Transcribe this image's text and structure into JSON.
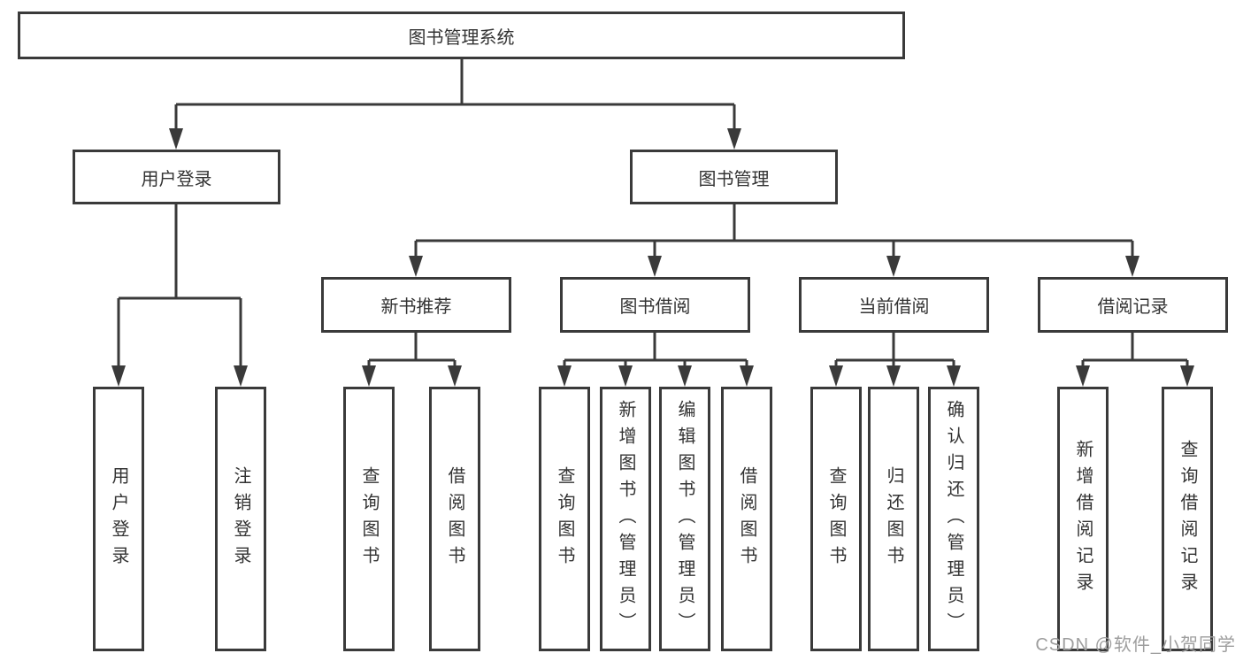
{
  "diagram": {
    "root": "图书管理系统",
    "children": [
      {
        "label": "用户登录",
        "children": [
          {
            "label": "用户登录"
          },
          {
            "label": "注销登录"
          }
        ]
      },
      {
        "label": "图书管理",
        "children": [
          {
            "label": "新书推荐",
            "children": [
              {
                "label": "查询图书"
              },
              {
                "label": "借阅图书"
              }
            ]
          },
          {
            "label": "图书借阅",
            "children": [
              {
                "label": "查询图书"
              },
              {
                "label": "新增图书（管理员）"
              },
              {
                "label": "编辑图书（管理员）"
              },
              {
                "label": "借阅图书"
              }
            ]
          },
          {
            "label": "当前借阅",
            "children": [
              {
                "label": "查询图书"
              },
              {
                "label": "归还图书"
              },
              {
                "label": "确认归还（管理员）"
              }
            ]
          },
          {
            "label": "借阅记录",
            "children": [
              {
                "label": "新增借阅记录"
              },
              {
                "label": "查询借阅记录"
              }
            ]
          }
        ]
      }
    ]
  },
  "watermark": "CSDN @软件_小贺同学",
  "colors": {
    "line": "#3a3a3a",
    "text": "#333333",
    "bg": "#ffffff",
    "watermark": "#9e9e9e"
  }
}
